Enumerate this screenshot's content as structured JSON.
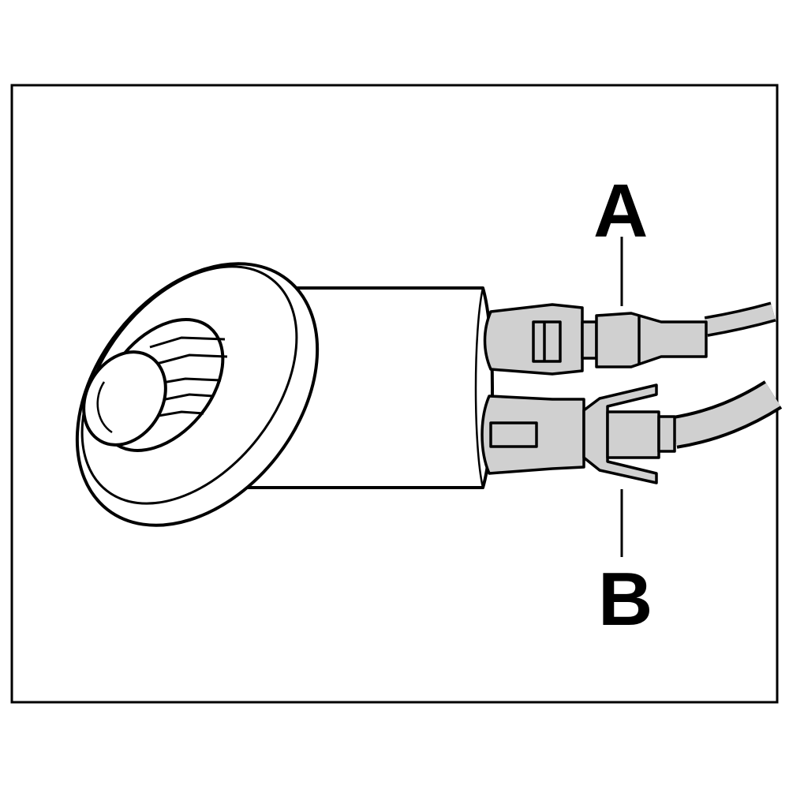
{
  "figure": {
    "type": "technical-illustration",
    "subject": "round-sensor-with-two-connectors",
    "callouts": [
      {
        "id": "A",
        "label": "A"
      },
      {
        "id": "B",
        "label": "B"
      }
    ]
  },
  "colors": {
    "stroke": "#000000",
    "background": "#ffffff",
    "connector_fill": "#d0d0d0"
  }
}
